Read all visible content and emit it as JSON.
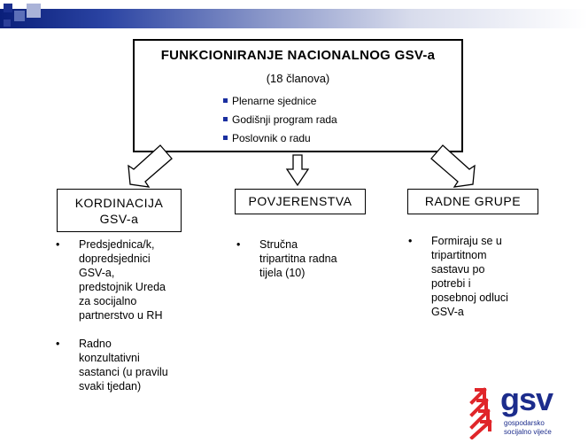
{
  "main": {
    "title": "FUNKCIONIRANJE NACIONALNOG GSV-a",
    "subtitle": "(18 članova)",
    "items": [
      "Plenarne sjednice",
      "Godišnji program rada",
      "Poslovnik o radu"
    ]
  },
  "columns": [
    {
      "title_line1": "KORDINACIJA",
      "title_line2": "GSV-a",
      "bullets": [
        [
          "Predsjednica/k,",
          "dopredsjednici",
          "GSV-a,",
          "predstojnik Ureda",
          "za socijalno",
          "partnerstvo u RH"
        ],
        [
          "Radno",
          "konzultativni",
          "sastanci (u pravilu",
          "svaki tjedan)"
        ]
      ]
    },
    {
      "title": "POVJERENSTVA",
      "bullets": [
        [
          "Stručna",
          "tripartitna radna",
          "tijela (10)"
        ]
      ]
    },
    {
      "title": "RADNE GRUPE",
      "bullets": [
        [
          "Formiraju se u",
          "tripartitnom",
          "sastavu po",
          "potrebi i",
          "posebnoj odluci",
          "GSV-a"
        ]
      ]
    }
  ],
  "bullet_char": "•",
  "logo": {
    "text": "gsv",
    "sub1": "gospodarsko",
    "sub2": "socijalno vijeće"
  },
  "colors": {
    "accent_blue": "#1a2fa0",
    "logo_red": "#e0262a",
    "logo_blue": "#1c2c8c"
  }
}
